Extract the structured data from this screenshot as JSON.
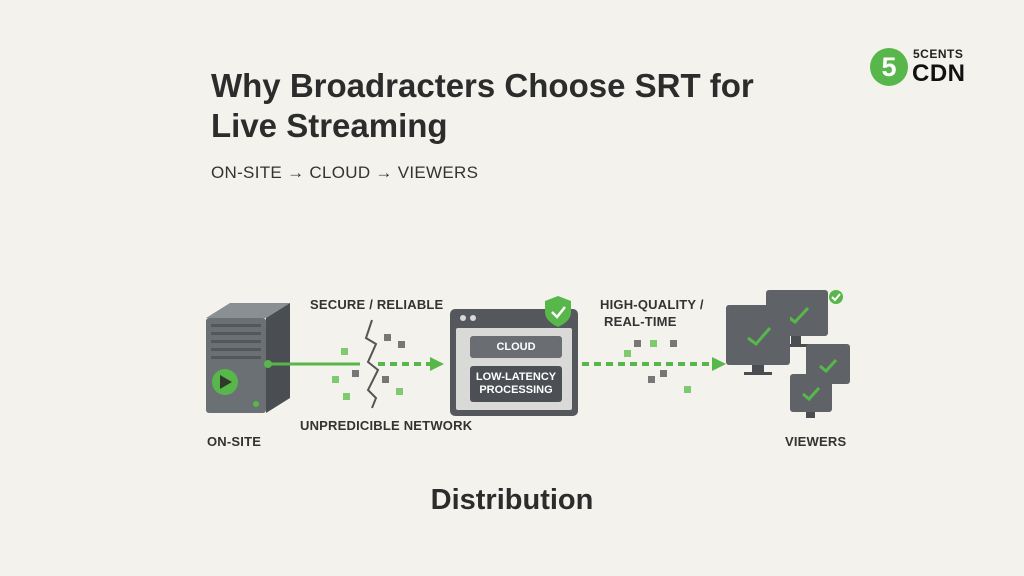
{
  "header": {
    "title_line1": "Why Broadracters Choose SRT for",
    "title_line2": "Live Streaming",
    "subtitle": "ON-SITE → CLOUD → VIEWERS"
  },
  "logo": {
    "digit": "5",
    "top": "5CENTS",
    "bottom": "CDN"
  },
  "diagram": {
    "onsite_label": "ON-SITE",
    "secure_label": "SECURE / RELIABLE",
    "network_label": "UNPREDICIBLE NETWORK",
    "cloud_label": "CLOUD",
    "processing_line1": "LOW-LATENCY",
    "processing_line2": "PROCESSING",
    "quality_line1": "HIGH-QUALITY /",
    "quality_line2": "REAL-TIME",
    "viewers_label": "VIEWERS",
    "caption": "Distribution"
  },
  "icons": [
    "server-icon",
    "play-icon",
    "lightning-crack-icon",
    "cloud-window-icon",
    "shield-check-icon",
    "monitor-icon",
    "check-icon",
    "arrow-right-icon"
  ],
  "colors": {
    "accent_green": "#58b74a",
    "device_gray": "#5f6368",
    "background": "#f3f2ec"
  }
}
